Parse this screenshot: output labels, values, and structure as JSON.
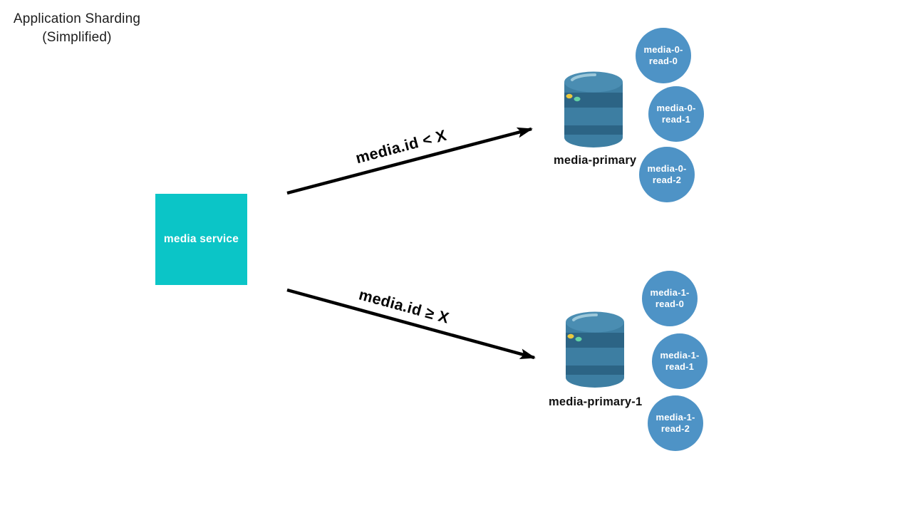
{
  "title": {
    "line1": "Application Sharding",
    "line2": "(Simplified)"
  },
  "service": {
    "label": "media service"
  },
  "shards": [
    {
      "arrow_label": "media.id < X",
      "primary_label": "media-primary",
      "replicas": [
        {
          "line1": "media-0-",
          "line2": "read-0"
        },
        {
          "line1": "media-0-",
          "line2": "read-1"
        },
        {
          "line1": "media-0-",
          "line2": "read-2"
        }
      ]
    },
    {
      "arrow_label": "media.id ≥ X",
      "primary_label": "media-primary-1",
      "replicas": [
        {
          "line1": "media-1-",
          "line2": "read-0"
        },
        {
          "line1": "media-1-",
          "line2": "read-1"
        },
        {
          "line1": "media-1-",
          "line2": "read-2"
        }
      ]
    }
  ],
  "colors": {
    "background": "#ffffff",
    "service_box": "#0bc5c7",
    "service_text": "#ffffff",
    "replica_circle": "#4e93c6",
    "replica_text": "#ffffff",
    "cylinder_body": "#3d7ea2",
    "cylinder_band": "#2c6485",
    "cylinder_top": "#4a8db2",
    "cylinder_highlight": "#9dc8da",
    "cylinder_dot_yellow": "#eac93f",
    "cylinder_dot_green": "#62d1a4",
    "arrow": "#000000",
    "title_text": "#1d1d1d"
  }
}
